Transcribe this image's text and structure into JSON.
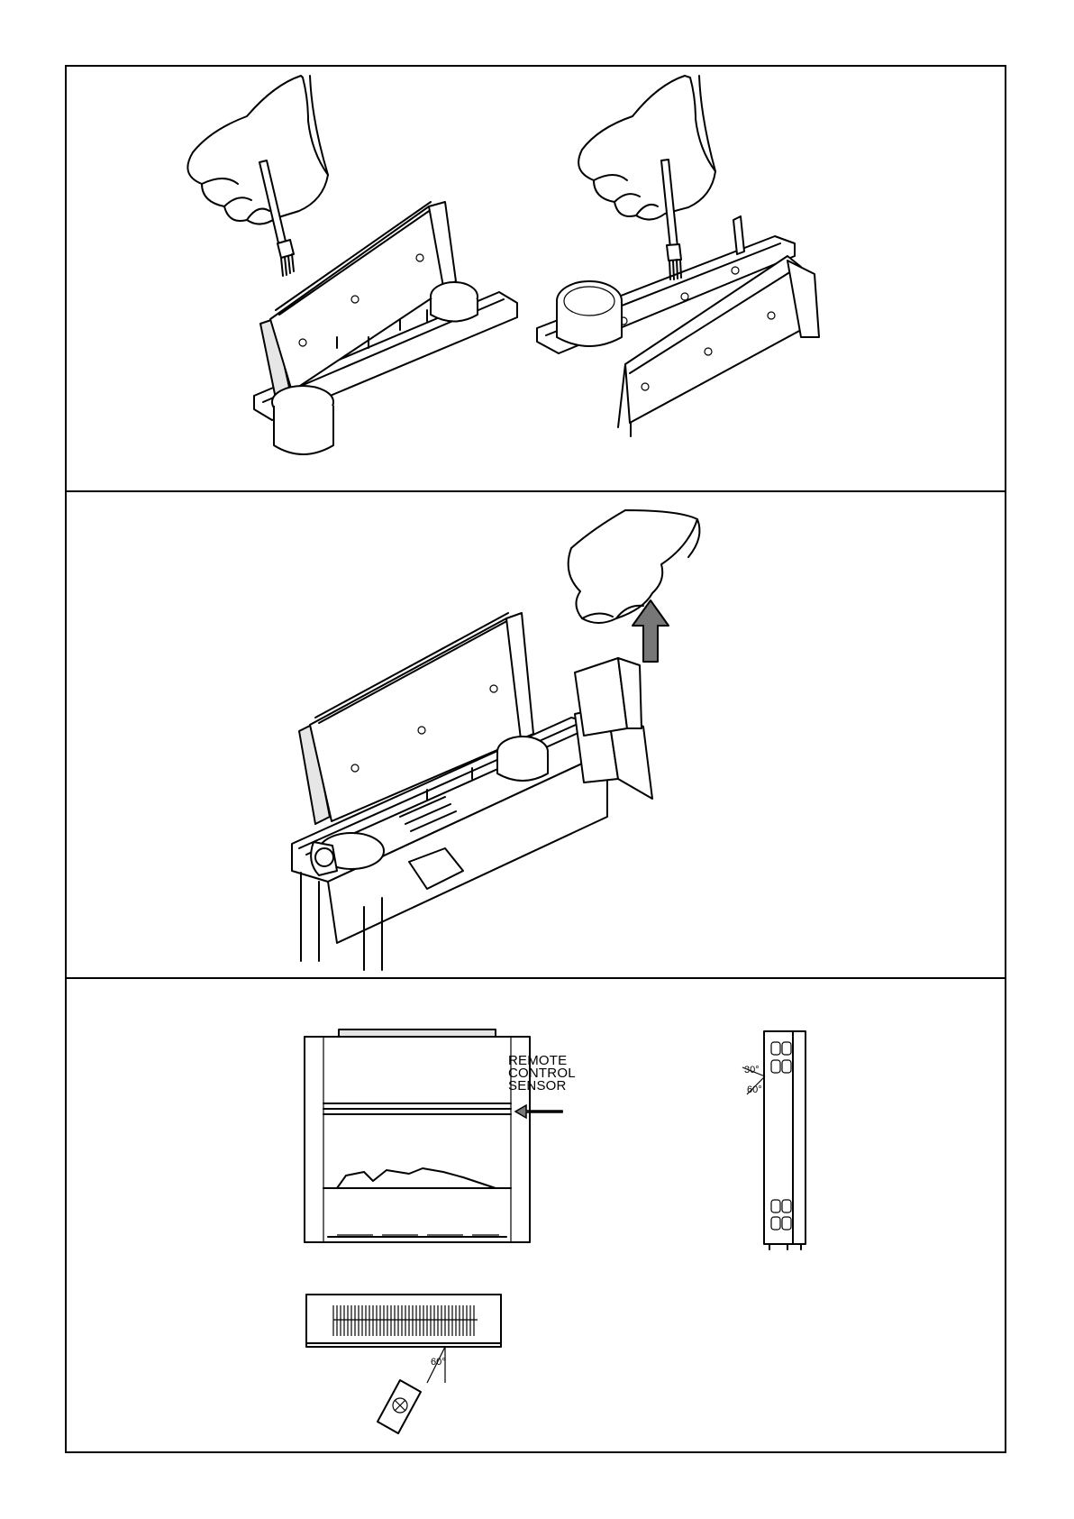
{
  "sensor_label": [
    "REMOTE",
    "CONTROL",
    "SENSOR"
  ],
  "side_angles": {
    "upper": "30°",
    "lower": "60°"
  },
  "top_angle": "60°",
  "colors": {
    "arrow": "#777777",
    "line": "#000000",
    "fill": "#e6e6e6"
  },
  "icons": [
    "hand-icon",
    "brush-icon",
    "up-arrow-icon",
    "remote-control-icon"
  ]
}
